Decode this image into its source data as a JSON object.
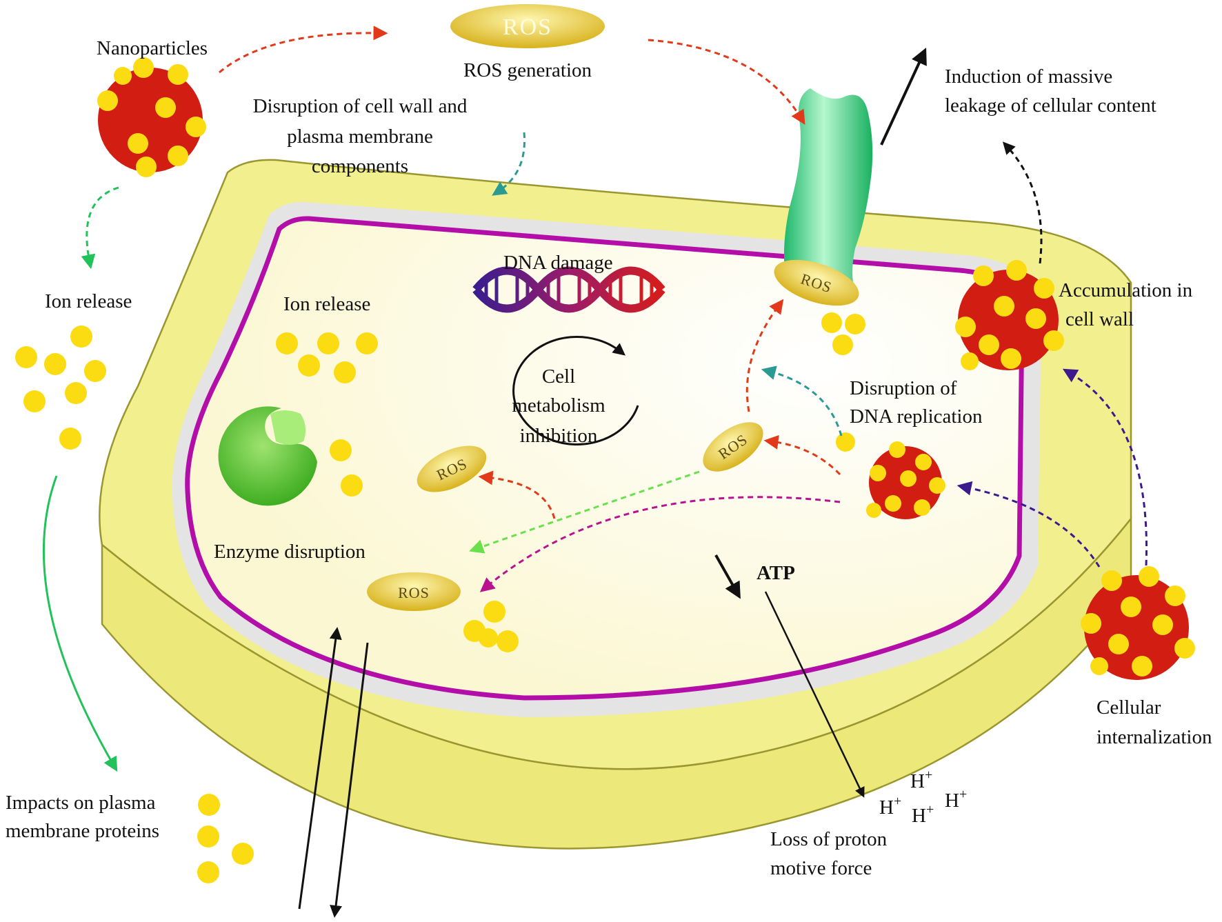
{
  "labels": {
    "nanoparticles": "Nanoparticles",
    "ros_generation": "ROS generation",
    "disruption_wall_1": "Disruption of cell wall and",
    "disruption_wall_2": "plasma membrane",
    "disruption_wall_3": "components",
    "induction_1": "Induction of massive",
    "induction_2": "leakage of cellular content",
    "ion_release_outer": "Ion release",
    "ion_release_inner": "Ion release",
    "dna_damage": "DNA damage",
    "accumulation_1": "Accumulation in",
    "accumulation_2": "cell wall",
    "cell_metab_1": "Cell",
    "cell_metab_2": "metabolism",
    "cell_metab_3": "inhibition",
    "dna_replication_1": "Disruption of",
    "dna_replication_2": "DNA replication",
    "enzyme_disruption": "Enzyme disruption",
    "atp": "ATP",
    "impacts_1": "Impacts on plasma",
    "impacts_2": "membrane proteins",
    "cellular_intern_1": "Cellular",
    "cellular_intern_2": "internalization",
    "loss_pmf_1": "Loss of proton",
    "loss_pmf_2": "motive force",
    "proton": "H",
    "proton_charge": "+"
  },
  "ros": {
    "top": "ROS",
    "channel": "ROS",
    "right": "ROS",
    "middle": "ROS",
    "bottom": "ROS"
  },
  "colors": {
    "wall_fill": "#f2ef8f",
    "wall_side": "#ece87a",
    "wall_stroke": "#9a9630",
    "periplasm": "#e4e4e4",
    "cytoplasm": "#fdfbe2",
    "membrane": "#b40ea8",
    "np_red": "#d21d12",
    "np_dot": "#fbdc12",
    "ros_fill": "#e6c126",
    "channel_green": "#34d982",
    "enzyme_green": "#57c72f",
    "arrow_red": "#e2391a",
    "arrow_teal": "#2b9a92",
    "arrow_green": "#22c25a",
    "arrow_lime": "#69e04c",
    "arrow_magenta": "#b9128f",
    "arrow_purple": "#3a1a8c",
    "arrow_black": "#111111"
  }
}
